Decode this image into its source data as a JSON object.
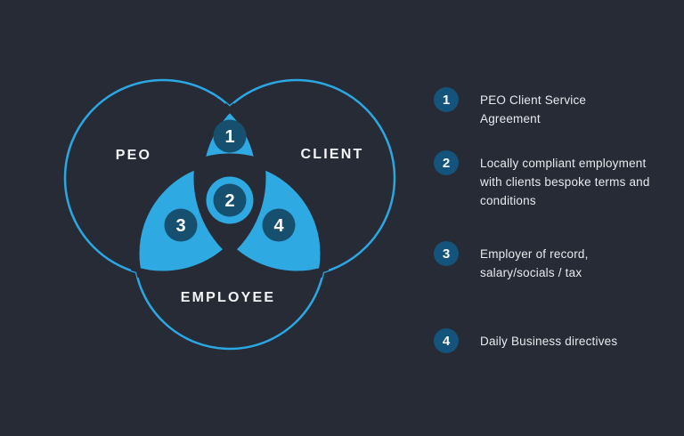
{
  "colors": {
    "background": "#262B36",
    "circle_outline": "#2BA7E3",
    "petal_fill": "#2FA9E1",
    "badge_fill": "#17506F",
    "legend_badge_fill": "#14537C",
    "label_text": "#F3F5F7",
    "legend_text": "#E8EAEE"
  },
  "diagram": {
    "circles": [
      {
        "label": "PEO"
      },
      {
        "label": "CLIENT"
      },
      {
        "label": "EMPLOYEE"
      }
    ],
    "badges": [
      {
        "number": "1"
      },
      {
        "number": "2"
      },
      {
        "number": "3"
      },
      {
        "number": "4"
      }
    ]
  },
  "legend": {
    "items": [
      {
        "number": "1",
        "lines": [
          "PEO Client Service",
          "Agreement"
        ]
      },
      {
        "number": "2",
        "lines": [
          "Locally compliant employment",
          "with clients bespoke terms and",
          "conditions"
        ]
      },
      {
        "number": "3",
        "lines": [
          "Employer of record,",
          "salary/socials / tax"
        ]
      },
      {
        "number": "4",
        "lines": [
          "Daily Business directives"
        ]
      }
    ]
  }
}
